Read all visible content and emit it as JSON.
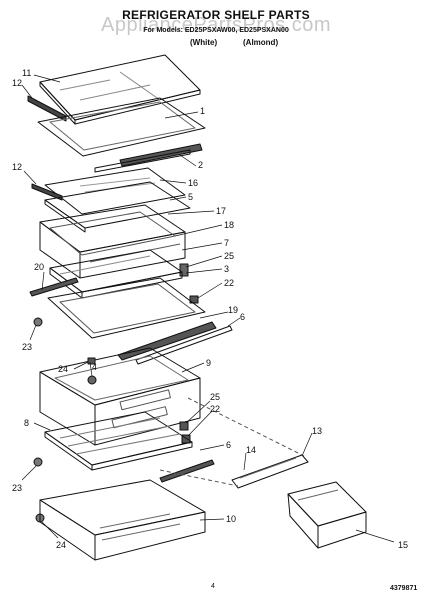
{
  "header": {
    "title": "REFRIGERATOR SHELF PARTS",
    "watermark": "AppliancePartsPros.com",
    "parts_for": "For Models: ED25PSXAW00, ED25PSXAN00",
    "color_1": "(White)",
    "color_2": "(Almond)"
  },
  "footer": {
    "page_number": "4",
    "figure_number": "4379871"
  },
  "callouts": [
    {
      "id": "c11a",
      "text": "11"
    },
    {
      "id": "c12a",
      "text": "12"
    },
    {
      "id": "c1",
      "text": "1"
    },
    {
      "id": "c2",
      "text": "2"
    },
    {
      "id": "c12b",
      "text": "12"
    },
    {
      "id": "c16",
      "text": "16"
    },
    {
      "id": "c5",
      "text": "5"
    },
    {
      "id": "c17",
      "text": "17"
    },
    {
      "id": "c18",
      "text": "18"
    },
    {
      "id": "c7",
      "text": "7"
    },
    {
      "id": "c25a",
      "text": "25"
    },
    {
      "id": "c3",
      "text": "3"
    },
    {
      "id": "c20",
      "text": "20"
    },
    {
      "id": "c22a",
      "text": "22"
    },
    {
      "id": "c19",
      "text": "19"
    },
    {
      "id": "c6a",
      "text": "6"
    },
    {
      "id": "c23a",
      "text": "23"
    },
    {
      "id": "c4",
      "text": "4"
    },
    {
      "id": "c24a",
      "text": "24"
    },
    {
      "id": "c9",
      "text": "9"
    },
    {
      "id": "c25b",
      "text": "25"
    },
    {
      "id": "c22b",
      "text": "22"
    },
    {
      "id": "c8",
      "text": "8"
    },
    {
      "id": "c6b",
      "text": "6"
    },
    {
      "id": "c13",
      "text": "13"
    },
    {
      "id": "c14",
      "text": "14"
    },
    {
      "id": "c23b",
      "text": "23"
    },
    {
      "id": "c10",
      "text": "10"
    },
    {
      "id": "c24b",
      "text": "24"
    },
    {
      "id": "c15",
      "text": "15"
    }
  ]
}
